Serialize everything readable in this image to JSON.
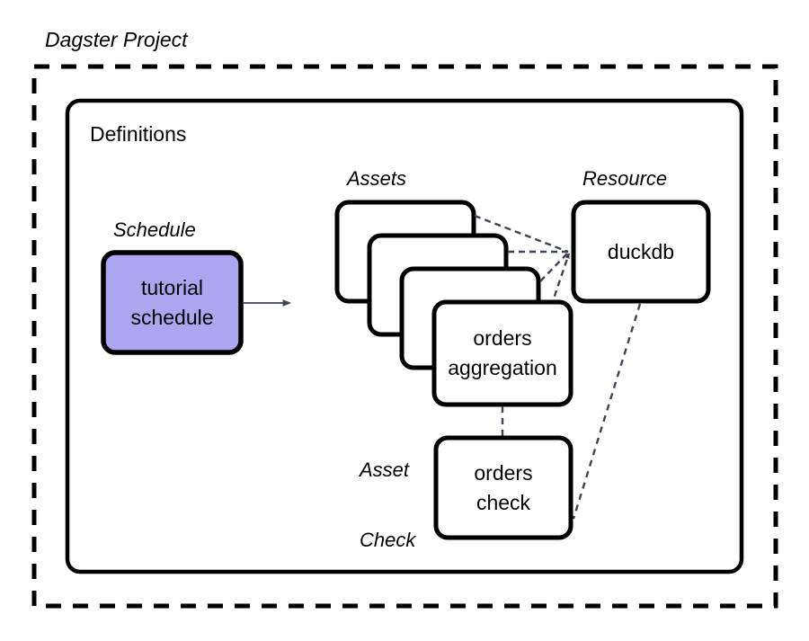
{
  "diagram": {
    "title": "Dagster Project",
    "colors": {
      "stroke": "#000000",
      "schedule_fill": "#ADA5EF",
      "arrow": "#3D4452",
      "dashed_connector": "#3D4452",
      "background": "#FFFFFF"
    },
    "outer_container": {
      "label": "Dagster Project",
      "style": "dashed"
    },
    "inner_container": {
      "label": "Definitions",
      "style": "solid-rounded"
    },
    "groups": [
      {
        "id": "schedule",
        "label": "Schedule"
      },
      {
        "id": "assets",
        "label": "Assets"
      },
      {
        "id": "resource",
        "label": "Resource"
      },
      {
        "id": "asset-check",
        "label": "Asset\nCheck",
        "line1": "Asset",
        "line2": "Check"
      }
    ],
    "nodes": [
      {
        "id": "tutorial-schedule",
        "group": "schedule",
        "line1": "tutorial",
        "line2": "schedule",
        "filled": true
      },
      {
        "id": "asset-card-1",
        "group": "assets",
        "line1": "",
        "line2": "",
        "filled": false
      },
      {
        "id": "asset-card-2",
        "group": "assets",
        "line1": "",
        "line2": "",
        "filled": false
      },
      {
        "id": "asset-card-3",
        "group": "assets",
        "line1": "",
        "line2": "",
        "filled": false
      },
      {
        "id": "orders-aggregation",
        "group": "assets",
        "line1": "orders",
        "line2": "aggregation",
        "filled": false
      },
      {
        "id": "duckdb",
        "group": "resource",
        "line1": "duckdb",
        "line2": "",
        "filled": false
      },
      {
        "id": "orders-check",
        "group": "asset-check",
        "line1": "orders",
        "line2": "check",
        "filled": false
      }
    ],
    "edges": [
      {
        "id": "schedule-to-assets",
        "from": "tutorial-schedule",
        "to": "asset-card-1",
        "style": "solid-arrow"
      },
      {
        "id": "asset1-to-duckdb",
        "from": "asset-card-1",
        "to": "duckdb",
        "style": "dashed"
      },
      {
        "id": "asset2-to-duckdb",
        "from": "asset-card-2",
        "to": "duckdb",
        "style": "dashed"
      },
      {
        "id": "asset3-to-duckdb",
        "from": "asset-card-3",
        "to": "duckdb",
        "style": "dashed"
      },
      {
        "id": "orders-agg-to-duckdb",
        "from": "orders-aggregation",
        "to": "duckdb",
        "style": "dashed"
      },
      {
        "id": "orders-agg-to-check",
        "from": "orders-aggregation",
        "to": "orders-check",
        "style": "dashed"
      },
      {
        "id": "duckdb-to-check",
        "from": "duckdb",
        "to": "orders-check",
        "style": "dashed"
      }
    ]
  }
}
